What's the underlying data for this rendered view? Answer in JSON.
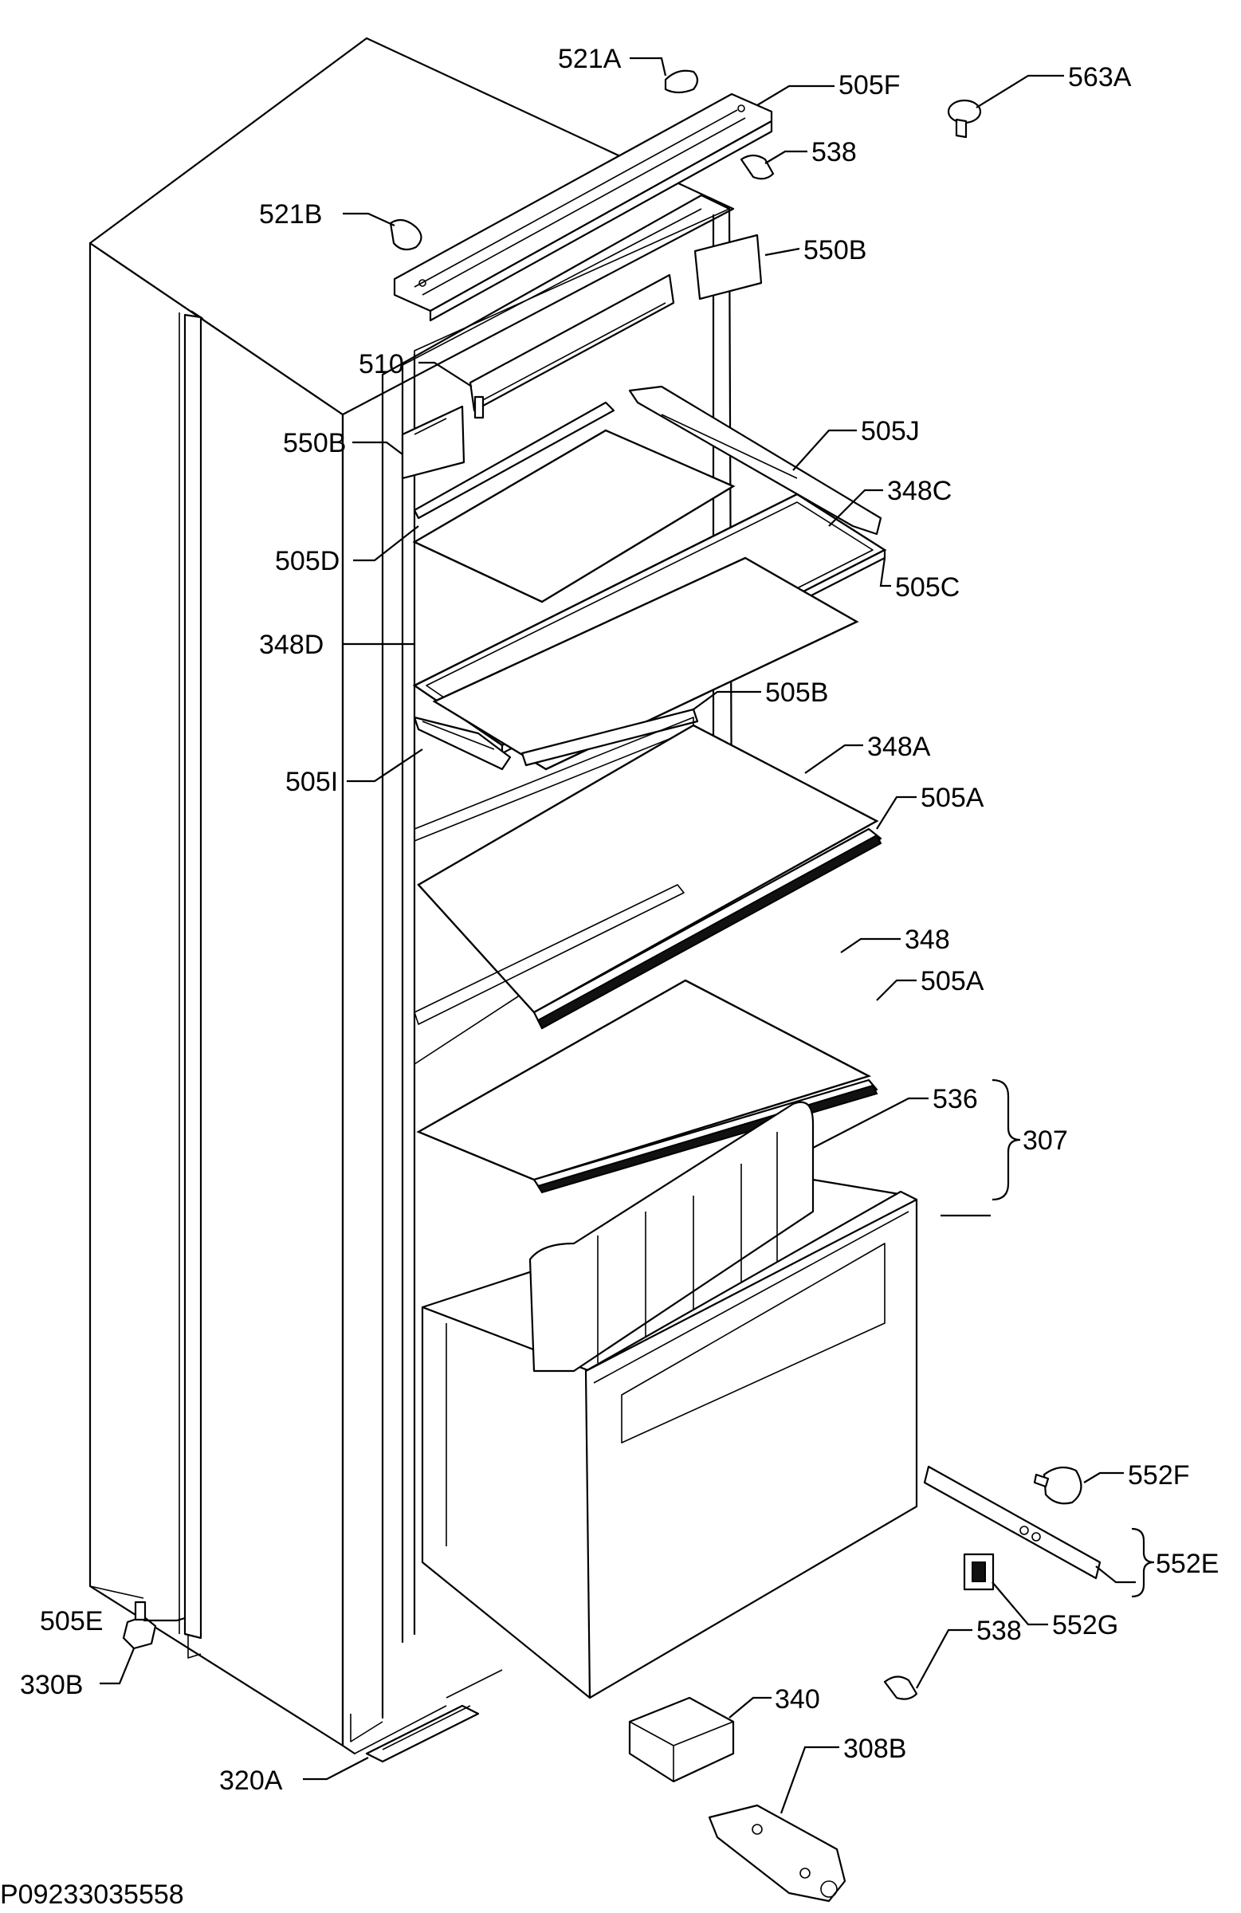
{
  "diagram": {
    "code": "P09233035558",
    "colors": {
      "line": "#000000",
      "background": "#ffffff"
    },
    "labels": [
      {
        "id": "521A",
        "text": "521A"
      },
      {
        "id": "505F",
        "text": "505F"
      },
      {
        "id": "563A",
        "text": "563A"
      },
      {
        "id": "538-top",
        "text": "538"
      },
      {
        "id": "521B",
        "text": "521B"
      },
      {
        "id": "550B-top",
        "text": "550B"
      },
      {
        "id": "510",
        "text": "510"
      },
      {
        "id": "550B-left",
        "text": "550B"
      },
      {
        "id": "505J",
        "text": "505J"
      },
      {
        "id": "348C",
        "text": "348C"
      },
      {
        "id": "505D",
        "text": "505D"
      },
      {
        "id": "505C",
        "text": "505C"
      },
      {
        "id": "348D",
        "text": "348D"
      },
      {
        "id": "505B",
        "text": "505B"
      },
      {
        "id": "505I",
        "text": "505I"
      },
      {
        "id": "348A",
        "text": "348A"
      },
      {
        "id": "505A-1",
        "text": "505A"
      },
      {
        "id": "348",
        "text": "348"
      },
      {
        "id": "505A-2",
        "text": "505A"
      },
      {
        "id": "536",
        "text": "536"
      },
      {
        "id": "307",
        "text": "307"
      },
      {
        "id": "552F",
        "text": "552F"
      },
      {
        "id": "552E",
        "text": "552E"
      },
      {
        "id": "505E",
        "text": "505E"
      },
      {
        "id": "552G",
        "text": "552G"
      },
      {
        "id": "330B",
        "text": "330B"
      },
      {
        "id": "538-bottom",
        "text": "538"
      },
      {
        "id": "340",
        "text": "340"
      },
      {
        "id": "308B",
        "text": "308B"
      },
      {
        "id": "320A",
        "text": "320A"
      }
    ]
  }
}
